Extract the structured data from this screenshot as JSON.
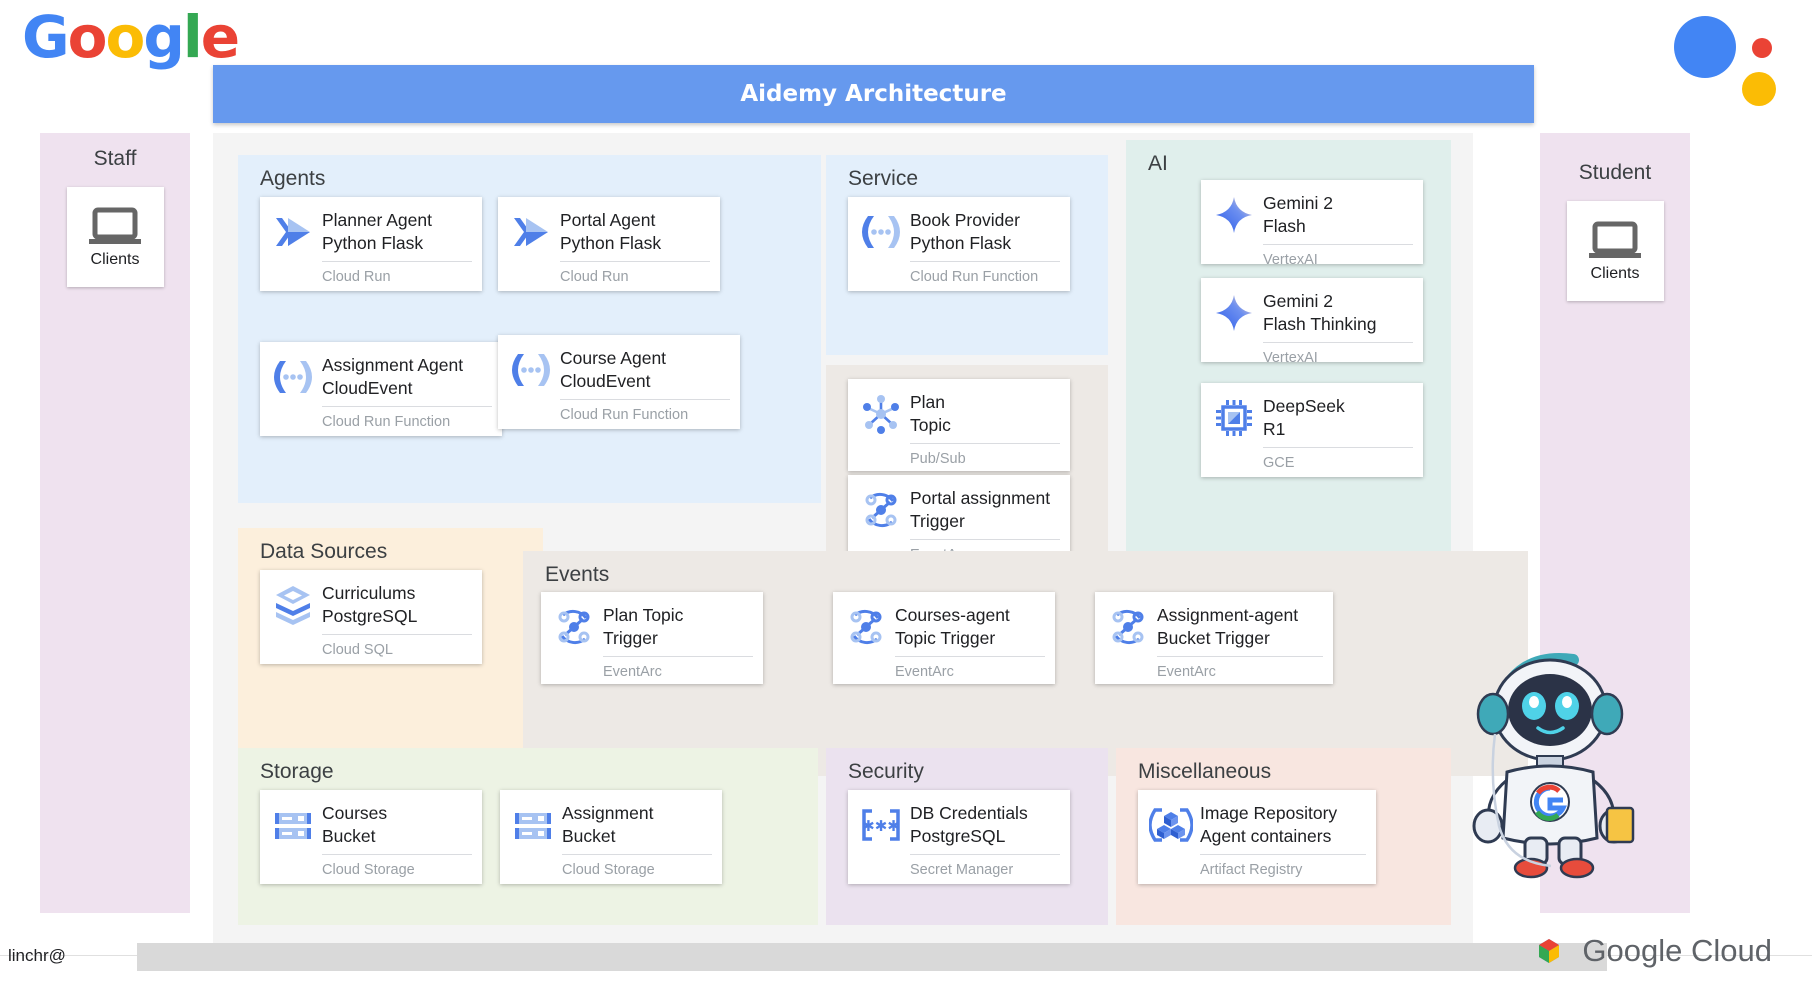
{
  "brand": {
    "google_logo": [
      "G",
      "o",
      "o",
      "g",
      "l",
      "e"
    ],
    "assistant_icon": "google-assistant-dots"
  },
  "header": {
    "title": "Aidemy Architecture"
  },
  "actors": [
    {
      "id": "staff",
      "title": "Staff",
      "card_label": "Clients",
      "icon": "laptop-icon"
    },
    {
      "id": "student",
      "title": "Student",
      "card_label": "Clients",
      "icon": "laptop-icon"
    }
  ],
  "groups": {
    "agents": {
      "title": "Agents"
    },
    "service": {
      "title": "Service"
    },
    "ai": {
      "title": "AI"
    },
    "datasources": {
      "title": "Data Sources"
    },
    "events": {
      "title": "Events"
    },
    "storage": {
      "title": "Storage"
    },
    "security": {
      "title": "Security"
    },
    "misc": {
      "title": "Miscellaneous"
    }
  },
  "cards": {
    "planner_agent": {
      "name": "Planner Agent\nPython Flask",
      "sub": "Cloud Run",
      "icon": "cloud-run-icon"
    },
    "portal_agent": {
      "name": "Portal Agent\nPython Flask",
      "sub": "Cloud Run",
      "icon": "cloud-run-icon"
    },
    "assignment_agent": {
      "name": "Assignment Agent\nCloudEvent",
      "sub": "Cloud Run Function",
      "icon": "cloud-run-function-icon"
    },
    "course_agent": {
      "name": "Course Agent\nCloudEvent",
      "sub": "Cloud Run Function",
      "icon": "cloud-run-function-icon"
    },
    "book_provider": {
      "name": "Book Provider\nPython Flask",
      "sub": "Cloud Run Function",
      "icon": "cloud-run-function-icon"
    },
    "plan_topic": {
      "name": "Plan\nTopic",
      "sub": "Pub/Sub",
      "icon": "pubsub-icon"
    },
    "portal_assignment": {
      "name": "Portal assignment\nTrigger",
      "sub": "EventArc",
      "icon": "eventarc-icon"
    },
    "plan_topic_trigger": {
      "name": "Plan Topic\nTrigger",
      "sub": "EventArc",
      "icon": "eventarc-icon"
    },
    "courses_agent_trig": {
      "name": "Courses-agent\nTopic Trigger",
      "sub": "EventArc",
      "icon": "eventarc-icon"
    },
    "assignment_bucket": {
      "name": "Assignment-agent\nBucket Trigger",
      "sub": "EventArc",
      "icon": "eventarc-icon"
    },
    "gemini_flash": {
      "name": "Gemini 2\nFlash",
      "sub": "VertexAI",
      "icon": "gemini-star-icon"
    },
    "gemini_thinking": {
      "name": "Gemini 2\nFlash Thinking",
      "sub": "VertexAI",
      "icon": "gemini-star-icon"
    },
    "deepseek": {
      "name": "DeepSeek\nR1",
      "sub": "GCE",
      "icon": "gce-chip-icon"
    },
    "curriculums": {
      "name": "Curriculums\nPostgreSQL",
      "sub": "Cloud SQL",
      "icon": "cloud-sql-icon"
    },
    "courses_bucket": {
      "name": "Courses\nBucket",
      "sub": "Cloud Storage",
      "icon": "cloud-storage-icon"
    },
    "assignment_bucket_s": {
      "name": "Assignment\nBucket",
      "sub": "Cloud Storage",
      "icon": "cloud-storage-icon"
    },
    "db_credentials": {
      "name": "DB Credentials\nPostgreSQL",
      "sub": "Secret Manager",
      "icon": "secret-manager-icon"
    },
    "image_repository": {
      "name": "Image Repository\nAgent containers",
      "sub": "Artifact Registry",
      "icon": "artifact-registry-icon"
    }
  },
  "footer": {
    "user_handle": "linchr@",
    "cloud_brand": "Google Cloud"
  },
  "colors": {
    "banner": "#6699EE",
    "agents_bg": "#E3EFFB",
    "ai_bg": "#E0EFEC",
    "datasources_bg": "#FCEFDC",
    "events_bg": "#EDE9E5",
    "storage_bg": "#EDF3E4",
    "security_bg": "#EBE2EF",
    "misc_bg": "#F8E6E0",
    "actor_bg": "#EFE2EF",
    "icon_blue": "#4F7FE8",
    "icon_blue_light": "#A7C3F2"
  }
}
